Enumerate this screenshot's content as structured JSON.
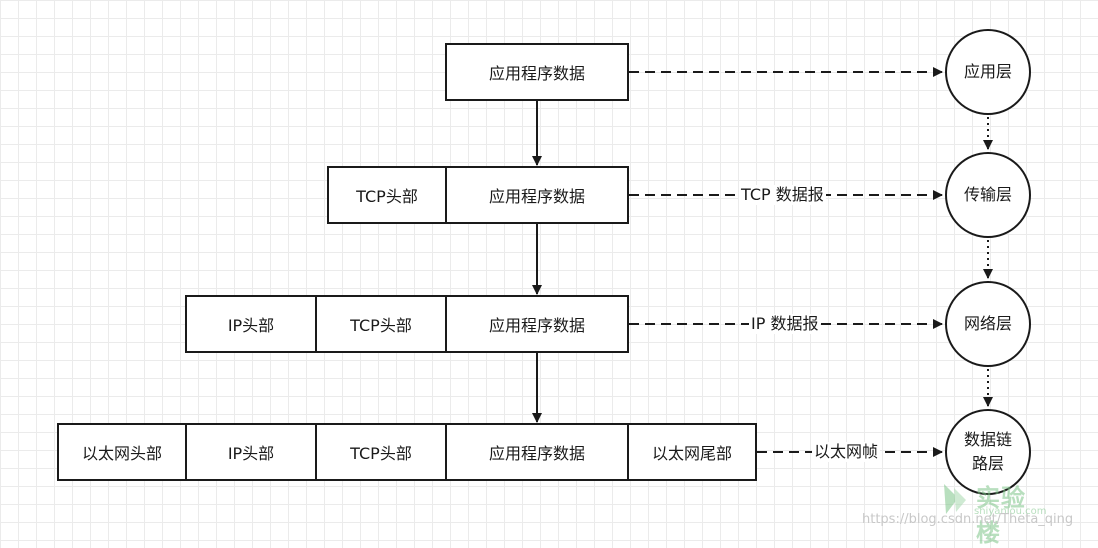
{
  "boxes": {
    "app_data": "应用程序数据",
    "tcp_header": "TCP头部",
    "ip_header": "IP头部",
    "eth_header": "以太网头部",
    "eth_trailer": "以太网尾部"
  },
  "layers": {
    "application": "应用层",
    "transport": "传输层",
    "network": "网络层",
    "datalink_1": "数据链",
    "datalink_2": "路层"
  },
  "edge_labels": {
    "tcp": "TCP 数据报",
    "ip": "IP 数据报",
    "eth": "以太网帧"
  },
  "watermark": "https://blog.csdn.net/Theta_qing",
  "logo": {
    "name": "实验楼",
    "url": "shiyanlou.com"
  }
}
